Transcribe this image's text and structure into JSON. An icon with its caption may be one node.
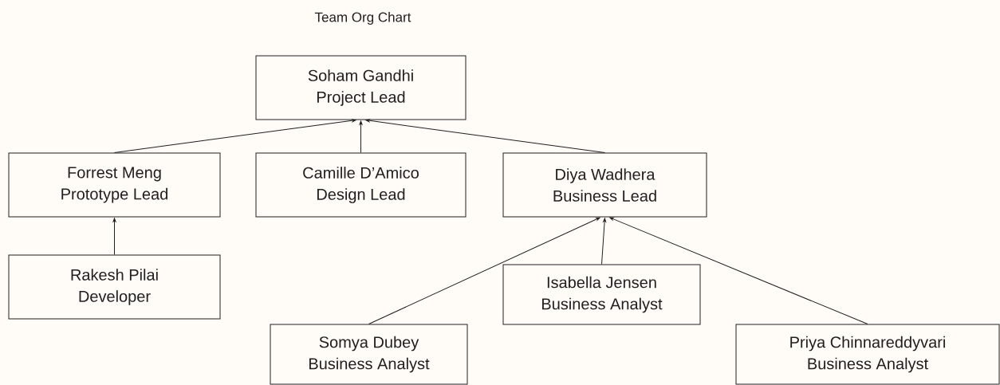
{
  "diagram": {
    "title": "Team Org Chart",
    "nodes": [
      {
        "text": [
          "Soham Gandhi",
          "Project Lead"
        ]
      },
      {
        "text": [
          "Forrest Meng",
          "Prototype Lead"
        ]
      },
      {
        "text": [
          "Camille D’Amico",
          "Design Lead"
        ]
      },
      {
        "text": [
          "Diya Wadhera",
          "Business Lead"
        ]
      },
      {
        "text": [
          "Rakesh Pilai",
          "Developer"
        ]
      },
      {
        "text": [
          "Isabella Jensen",
          "Business Analyst"
        ]
      },
      {
        "text": [
          "Somya Dubey",
          "Business Analyst"
        ]
      },
      {
        "text": [
          "Priya Chinnareddyvari",
          "Business Analyst"
        ]
      }
    ],
    "edges": [
      {
        "from": 1,
        "to": 0,
        "arrow": "to"
      },
      {
        "from": 2,
        "to": 0,
        "arrow": "to"
      },
      {
        "from": 3,
        "to": 0,
        "arrow": "to"
      },
      {
        "from": 4,
        "to": 1,
        "arrow": "to"
      },
      {
        "from": 6,
        "to": 3,
        "arrow": "to"
      },
      {
        "from": 5,
        "to": 3,
        "arrow": "to"
      },
      {
        "from": 7,
        "to": 3,
        "arrow": "to"
      }
    ]
  }
}
